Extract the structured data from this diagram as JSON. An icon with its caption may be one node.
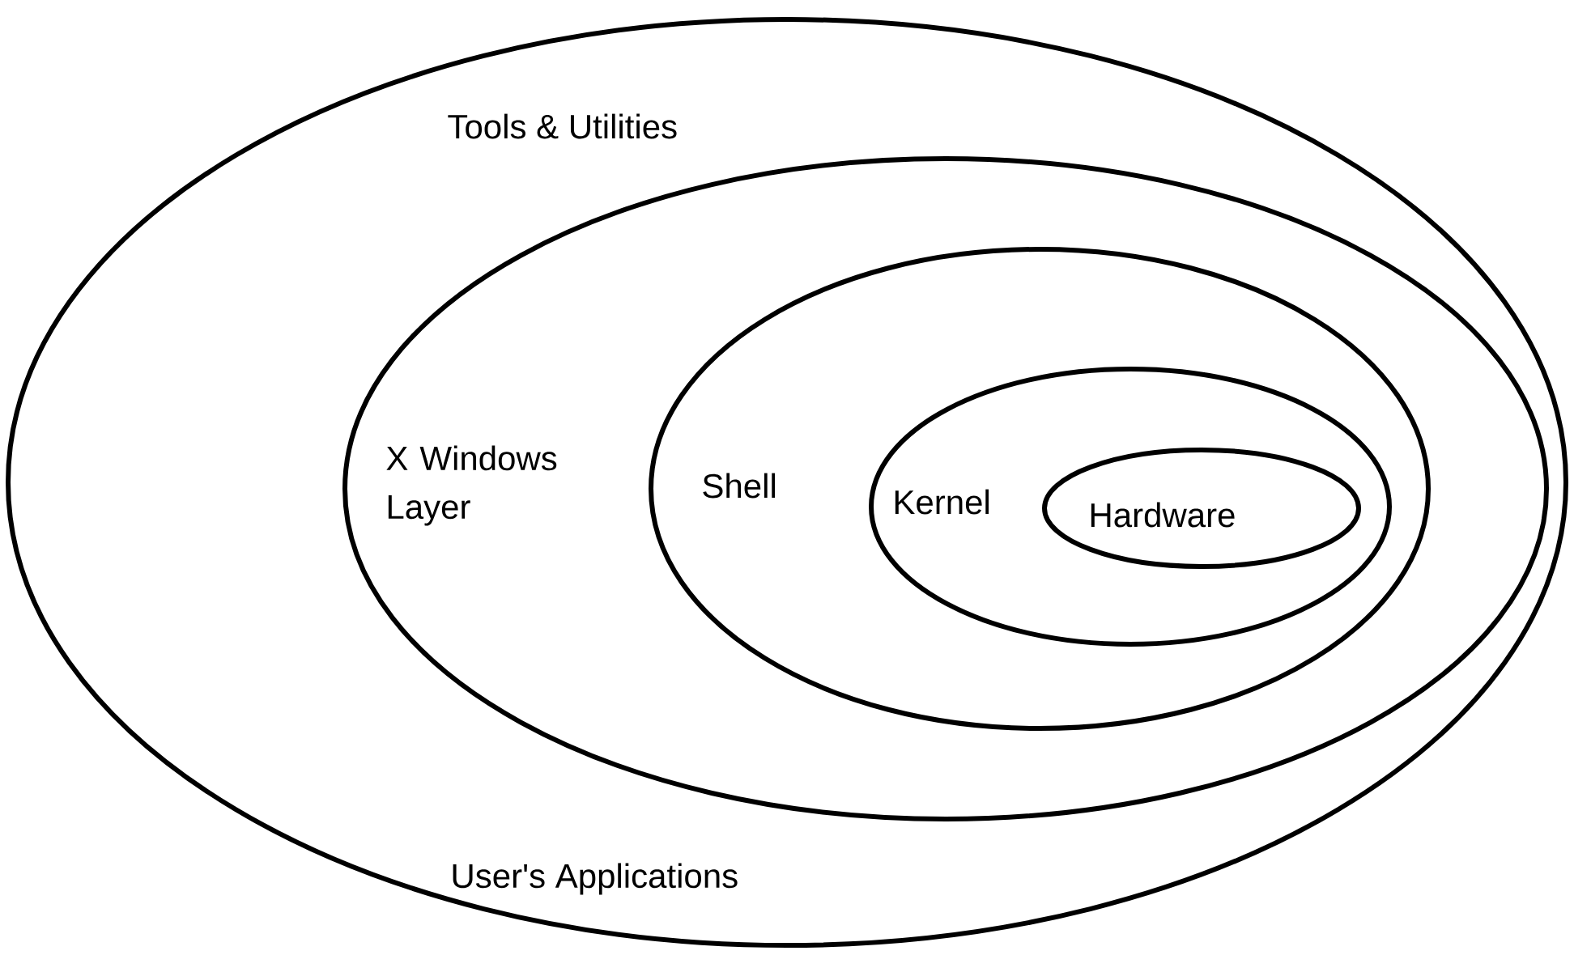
{
  "diagram": {
    "nodes": [
      {
        "text": [
          "Tools & Utilities",
          "User's Applications"
        ]
      },
      {
        "text": [
          "X Windows Layer"
        ],
        "in": 0
      },
      {
        "text": [
          "Shell"
        ],
        "in": 1
      },
      {
        "text": [
          "Kernel"
        ],
        "in": 2
      },
      {
        "text": [
          "Hardware"
        ],
        "in": 3
      }
    ]
  }
}
